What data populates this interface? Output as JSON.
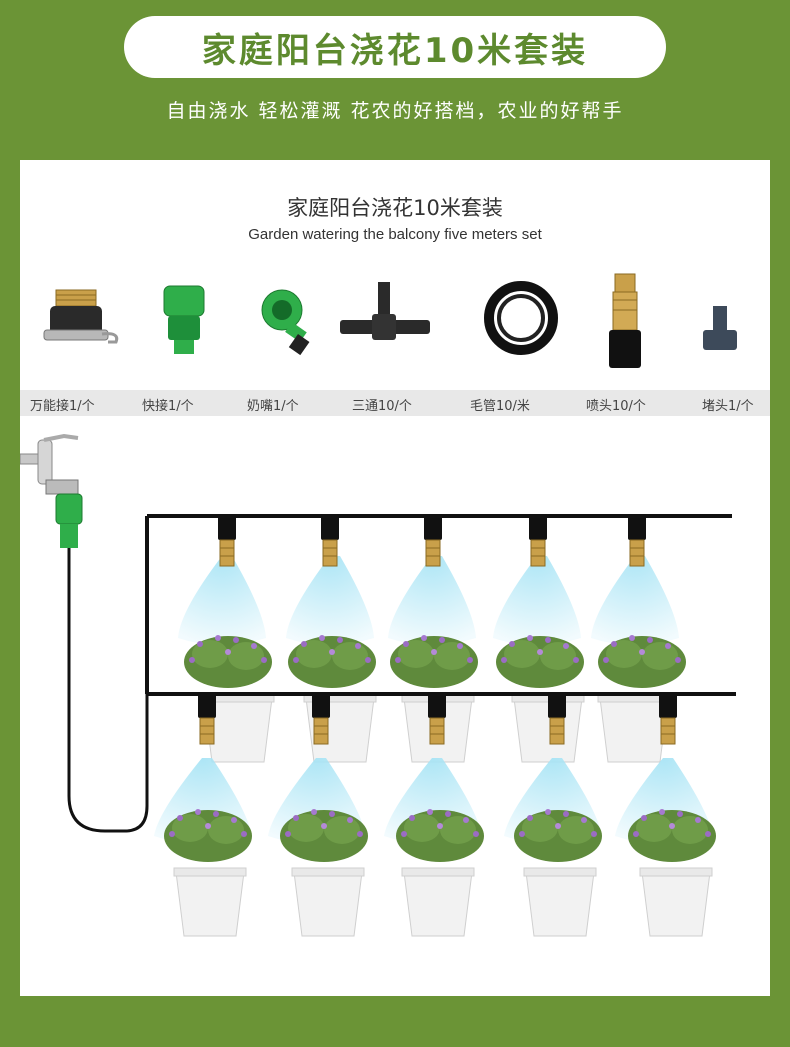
{
  "header": {
    "title": "家庭阳台浇花10米套装",
    "tagline": "自由浇水 轻松灌溉 花农的好搭档，农业的好帮手"
  },
  "panel": {
    "title": "家庭阳台浇花10米套装",
    "subtitle": "Garden watering the balcony five meters set"
  },
  "products": [
    {
      "label": "万能接1/个",
      "icon": "universal-connector-icon"
    },
    {
      "label": "快接1/个",
      "icon": "quick-connector-icon"
    },
    {
      "label": "奶嘴1/个",
      "icon": "nipple-connector-icon"
    },
    {
      "label": "三通10/个",
      "icon": "tee-connector-icon"
    },
    {
      "label": "毛管10/米",
      "icon": "capillary-tube-icon"
    },
    {
      "label": "喷头10/个",
      "icon": "spray-nozzle-icon"
    },
    {
      "label": "堵头1/个",
      "icon": "end-plug-icon"
    }
  ],
  "colors": {
    "background": "#6b9436",
    "title_green": "#5d8a2e",
    "connector_green": "#2fae4a",
    "brass": "#c9a04a",
    "mist": "#a8e4f5"
  }
}
